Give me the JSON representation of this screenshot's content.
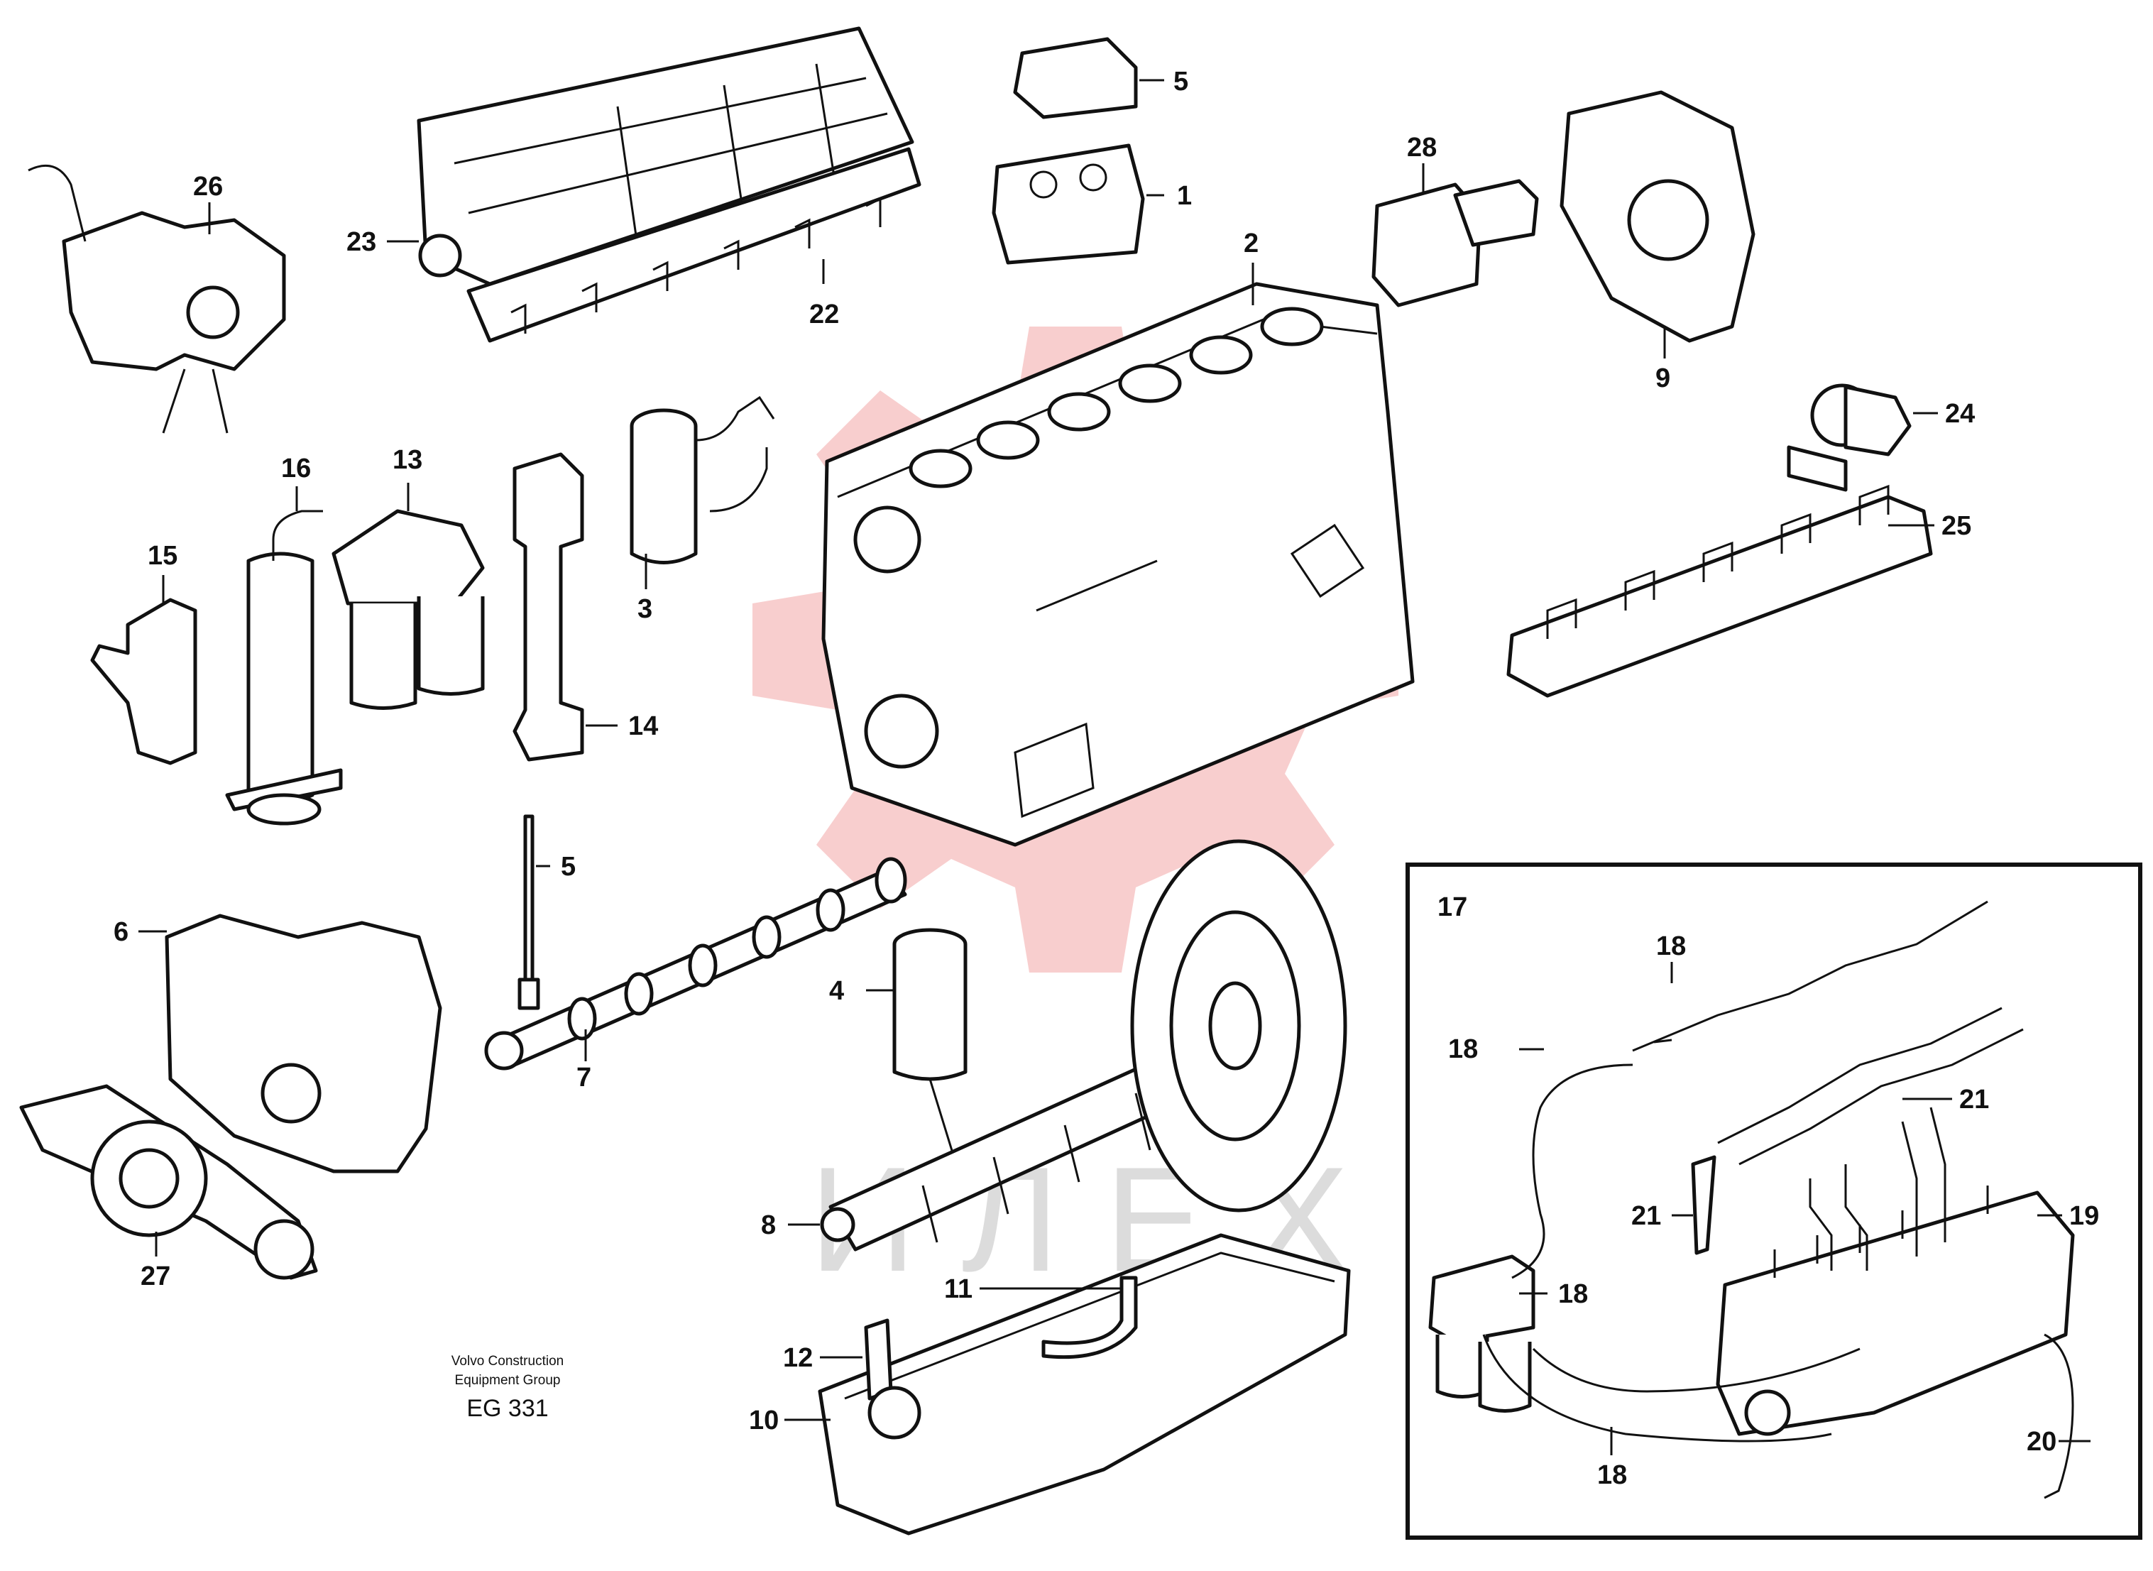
{
  "callouts": {
    "c1": "1",
    "c2": "2",
    "c3": "3",
    "c4": "4",
    "c5a": "5",
    "c5b": "5",
    "c6": "6",
    "c7": "7",
    "c8": "8",
    "c9": "9",
    "c10": "10",
    "c11": "11",
    "c12": "12",
    "c13": "13",
    "c14": "14",
    "c15": "15",
    "c16": "16",
    "c17": "17",
    "c18a": "18",
    "c18b": "18",
    "c18c": "18",
    "c18d": "18",
    "c19": "19",
    "c20": "20",
    "c21a": "21",
    "c21b": "21",
    "c22": "22",
    "c23": "23",
    "c24": "24",
    "c25": "25",
    "c26": "26",
    "c27": "27",
    "c28": "28"
  },
  "caption": {
    "line1": "Volvo Construction",
    "line2": "Equipment Group",
    "code": "EG 331"
  },
  "watermark": {
    "text": "ИЛЕХ",
    "color": "#f3a6a6"
  }
}
